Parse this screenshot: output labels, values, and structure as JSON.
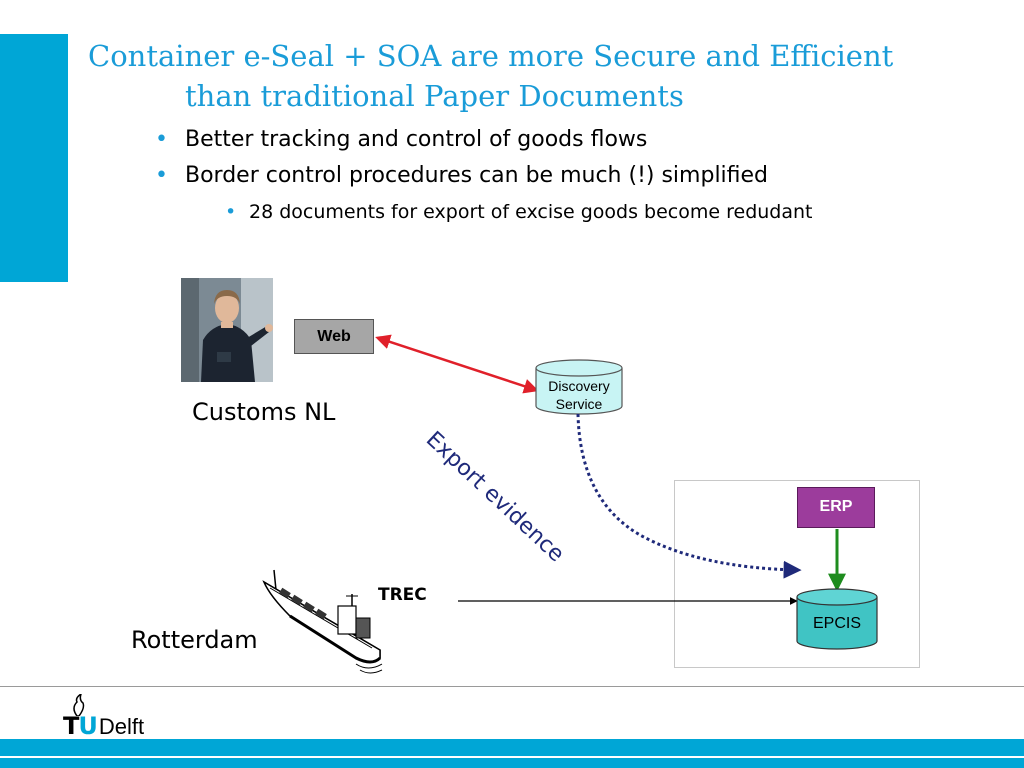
{
  "slide": {
    "title_line1": "Container e-Seal + SOA are more Secure and Efficient",
    "title_line2": "than traditional Paper Documents",
    "bullets": [
      "Better tracking and control of goods flows",
      "Border control procedures can be much (!) simplified"
    ],
    "sub_bullets": [
      "28 documents for export of excise goods become redudant"
    ]
  },
  "diagram": {
    "web_label": "Web",
    "discovery_line1": "Discovery",
    "discovery_line2": "Service",
    "customs_label": "Customs NL",
    "export_evidence": "Export evidence",
    "erp_label": "ERP",
    "epcis_label": "EPCIS",
    "trec_label": "TREC",
    "rotterdam_label": "Rotterdam"
  },
  "footer": {
    "logo_t": "T",
    "logo_u": "U",
    "logo_delft": "Delft"
  },
  "colors": {
    "accent": "#00a6d6",
    "title": "#1a9cd8",
    "web_arrow": "#e0202a",
    "erp_arrow": "#1e8c1e",
    "evidence": "#1f2a7a",
    "cylinder_fill": "#c8f4f4",
    "epcis_fill": "#40c4c4",
    "erp_fill": "#9c3c9c"
  }
}
